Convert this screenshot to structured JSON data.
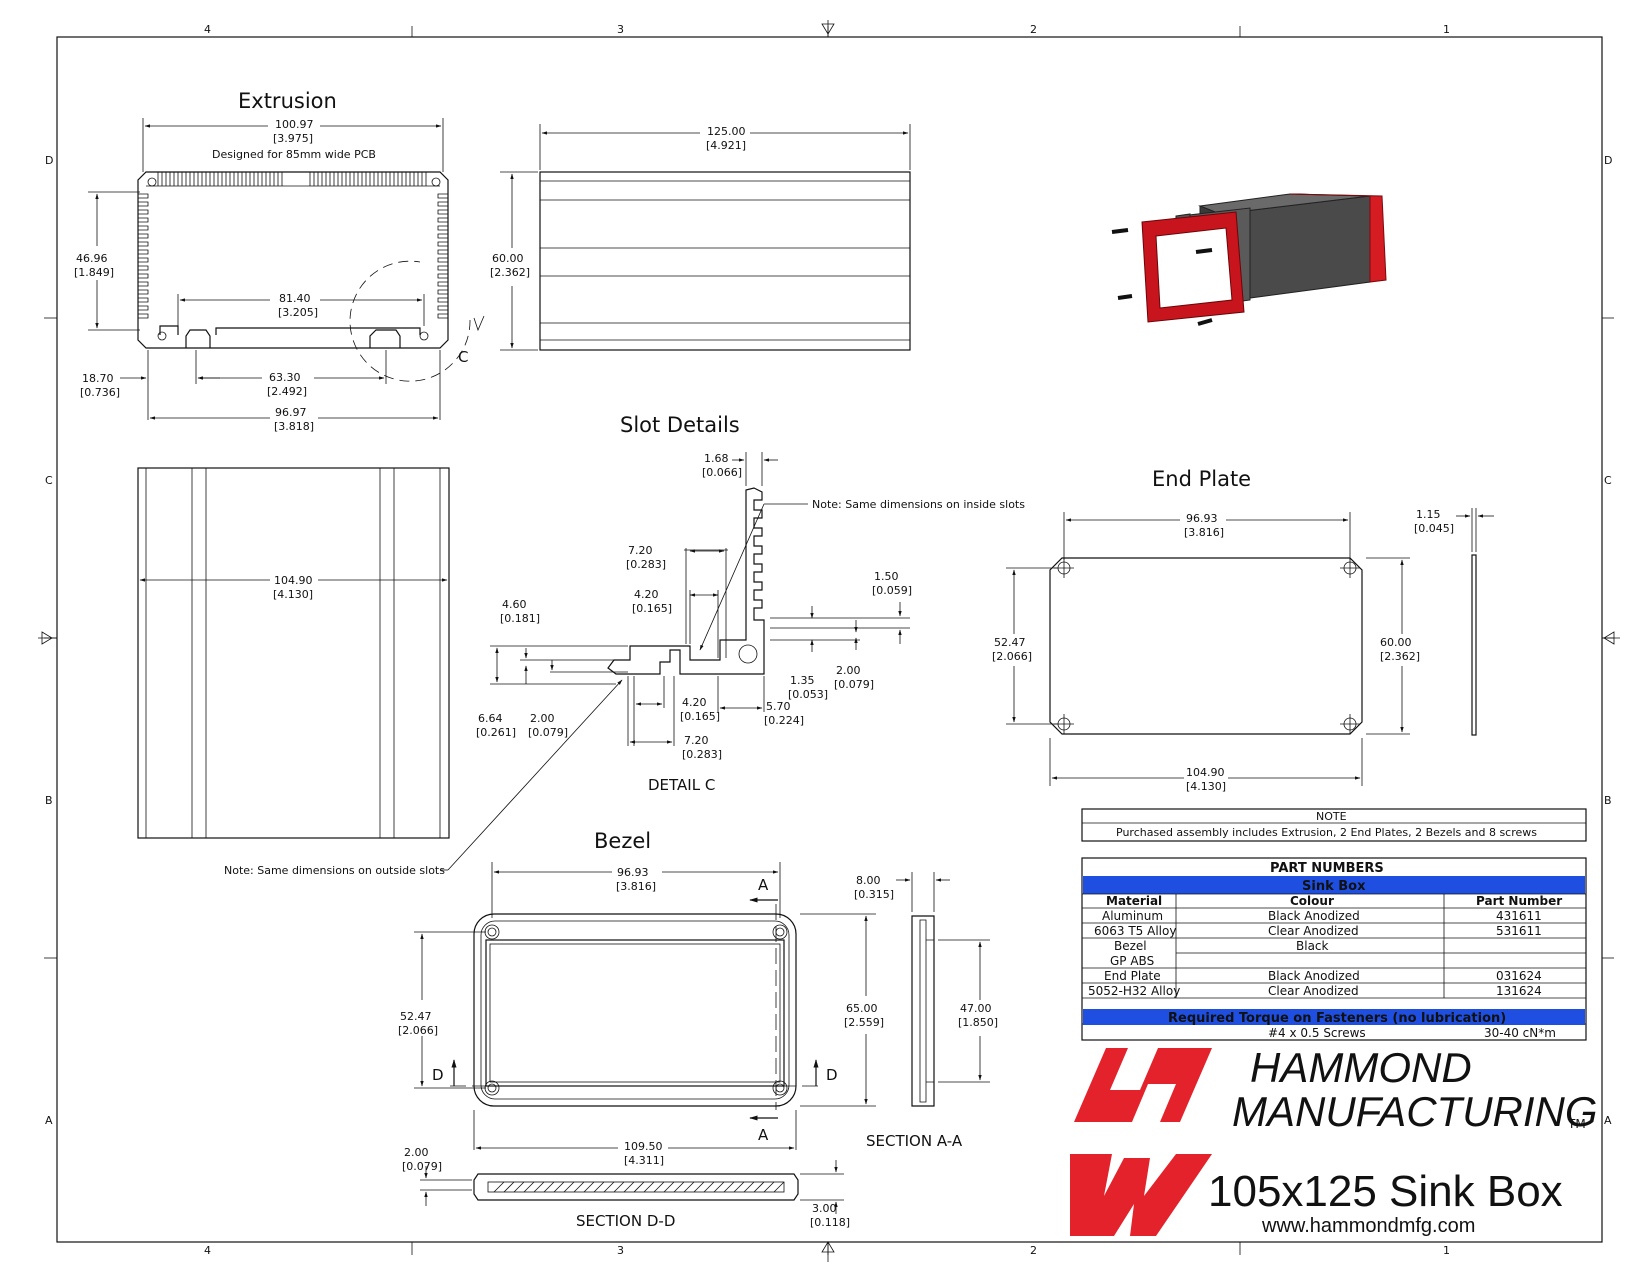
{
  "sheet": {
    "zones_top": [
      "4",
      "3",
      "2",
      "1"
    ],
    "zones_side": [
      "D",
      "C",
      "B",
      "A"
    ]
  },
  "extrusion": {
    "title": "Extrusion",
    "width_dim": {
      "mm": "100.97",
      "in": "[3.975]"
    },
    "pcb_note": "Designed for 85mm wide PCB",
    "height_dim": {
      "mm": "46.96",
      "in": "[1.849]"
    },
    "inner_dim": {
      "mm": "81.40",
      "in": "[3.205]"
    },
    "left_dim": {
      "mm": "18.70",
      "in": "[0.736]"
    },
    "slot_span_dim": {
      "mm": "63.30",
      "in": "[2.492]"
    },
    "base_dim": {
      "mm": "96.97",
      "in": "[3.818]"
    },
    "detail_label": "C",
    "side_length_dim": {
      "mm": "125.00",
      "in": "[4.921]"
    },
    "side_height_dim": {
      "mm": "60.00",
      "in": "[2.362]"
    },
    "top_width_dim": {
      "mm": "104.90",
      "in": "[4.130]"
    }
  },
  "slot_details": {
    "title": "Slot Details",
    "inside_note": "Note: Same dimensions on inside slots",
    "outside_note": "Note: Same dimensions on outside slots",
    "caption": "DETAIL  C",
    "dims": [
      {
        "mm": "1.68",
        "in": "[0.066]"
      },
      {
        "mm": "7.20",
        "in": "[0.283]"
      },
      {
        "mm": "4.20",
        "in": "[0.165]"
      },
      {
        "mm": "4.60",
        "in": "[0.181]"
      },
      {
        "mm": "1.50",
        "in": "[0.059]"
      },
      {
        "mm": "2.00",
        "in": "[0.079]"
      },
      {
        "mm": "1.35",
        "in": "[0.053]"
      },
      {
        "mm": "6.64",
        "in": "[0.261]"
      },
      {
        "mm": "2.00",
        "in": "[0.079]"
      },
      {
        "mm": "4.20",
        "in": "[0.165]"
      },
      {
        "mm": "5.70",
        "in": "[0.224]"
      },
      {
        "mm": "7.20",
        "in": "[0.283]"
      }
    ]
  },
  "end_plate": {
    "title": "End Plate",
    "top_dim": {
      "mm": "96.93",
      "in": "[3.816]"
    },
    "thick_dim": {
      "mm": "1.15",
      "in": "[0.045]"
    },
    "left_dim": {
      "mm": "52.47",
      "in": "[2.066]"
    },
    "right_dim": {
      "mm": "60.00",
      "in": "[2.362]"
    },
    "bottom_dim": {
      "mm": "104.90",
      "in": "[4.130]"
    }
  },
  "bezel": {
    "title": "Bezel",
    "top_dim": {
      "mm": "96.93",
      "in": "[3.816]"
    },
    "depth_dim": {
      "mm": "8.00",
      "in": "[0.315]"
    },
    "left_dim": {
      "mm": "52.47",
      "in": "[2.066]"
    },
    "height_dim": {
      "mm": "65.00",
      "in": "[2.559]"
    },
    "inner_h_dim": {
      "mm": "47.00",
      "in": "[1.850]"
    },
    "width_dim": {
      "mm": "109.50",
      "in": "[4.311]"
    },
    "lip_dim": {
      "mm": "2.00",
      "in": "[0.079]"
    },
    "thick_dim": {
      "mm": "3.00",
      "in": "[0.118]"
    },
    "section_aa": "SECTION  A-A",
    "section_dd": "SECTION  D-D",
    "marker_a": "A",
    "marker_d": "D"
  },
  "note_box": {
    "header": "NOTE",
    "text": "Purchased assembly includes Extrusion, 2 End Plates, 2 Bezels and 8 screws"
  },
  "parts_table": {
    "title": "PART NUMBERS",
    "subtitle": "Sink Box",
    "headers": [
      "Material",
      "Colour",
      "Part Number"
    ],
    "rows": [
      [
        "Aluminum",
        "Black Anodized",
        "431611"
      ],
      [
        "6063 T5 Alloy",
        "Clear Anodized",
        "531611"
      ],
      [
        "Bezel",
        "Black",
        ""
      ],
      [
        "GP ABS",
        "",
        ""
      ],
      [
        "End Plate",
        "Black Anodized",
        "031624"
      ],
      [
        "5052-H32 Alloy",
        "Clear Anodized",
        "131624"
      ]
    ],
    "torque_header": "Required Torque on Fasteners (no lubrication)",
    "torque_row": [
      "#4 x 0.5 Screws",
      "30-40 cN*m"
    ]
  },
  "brand": {
    "line1": "HAMMOND",
    "line2": "MANUFACTURING",
    "tm": "TM",
    "product": "105x125 Sink Box",
    "url": "www.hammondmfg.com",
    "logo_color": "#e3222b"
  },
  "colors": {
    "table_blue": "#1f4fe0",
    "bezel_red": "#c8141c"
  }
}
